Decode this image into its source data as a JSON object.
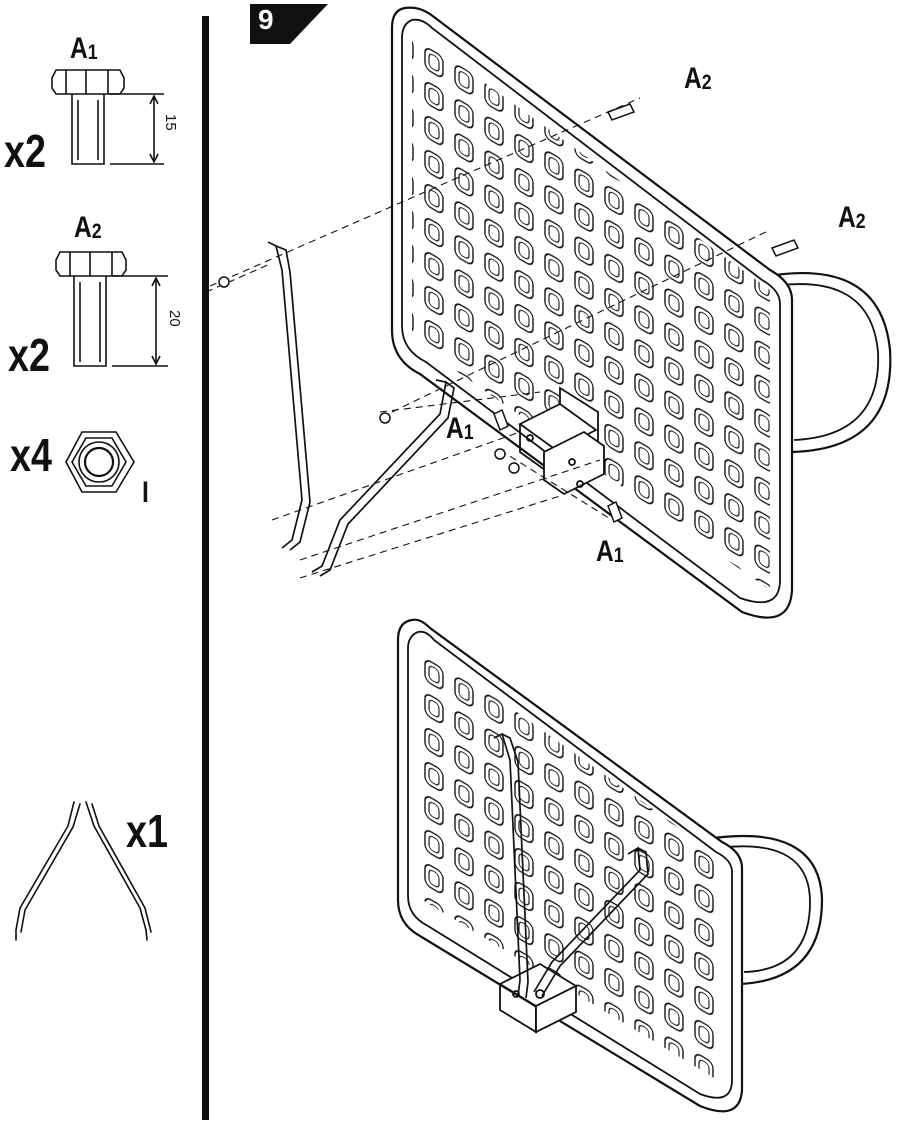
{
  "step": {
    "number": "9"
  },
  "parts": [
    {
      "id": "A",
      "sub": "1",
      "quantity": "x2",
      "length": "15"
    },
    {
      "id": "A",
      "sub": "2",
      "quantity": "x2",
      "length": "20"
    },
    {
      "id": "nut",
      "quantity": "x4",
      "code": "I"
    },
    {
      "id": "brace",
      "quantity": "x1"
    }
  ],
  "callouts": [
    {
      "id": "A",
      "sub": "2"
    },
    {
      "id": "A",
      "sub": "2"
    },
    {
      "id": "A",
      "sub": "1"
    },
    {
      "id": "A",
      "sub": "1"
    }
  ],
  "colors": {
    "ink": "#111111",
    "paper": "#ffffff"
  }
}
